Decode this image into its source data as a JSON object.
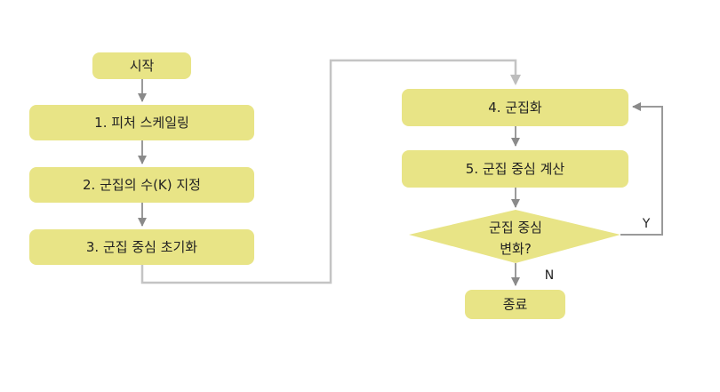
{
  "colors": {
    "node_fill": "#e8e486",
    "line": "#9a9a9a",
    "long_line": "#c4c4c4",
    "text": "#222222"
  },
  "nodes": {
    "start": "시작",
    "step1": "1. 피처 스케일링",
    "step2": "2. 군집의 수(K) 지정",
    "step3": "3. 군집 중심 초기화",
    "step4": "4. 군집화",
    "step5": "5. 군집 중심 계산",
    "decision_line1": "군집 중심",
    "decision_line2": "변화?",
    "end": "종료"
  },
  "branches": {
    "yes": "Y",
    "no": "N"
  }
}
